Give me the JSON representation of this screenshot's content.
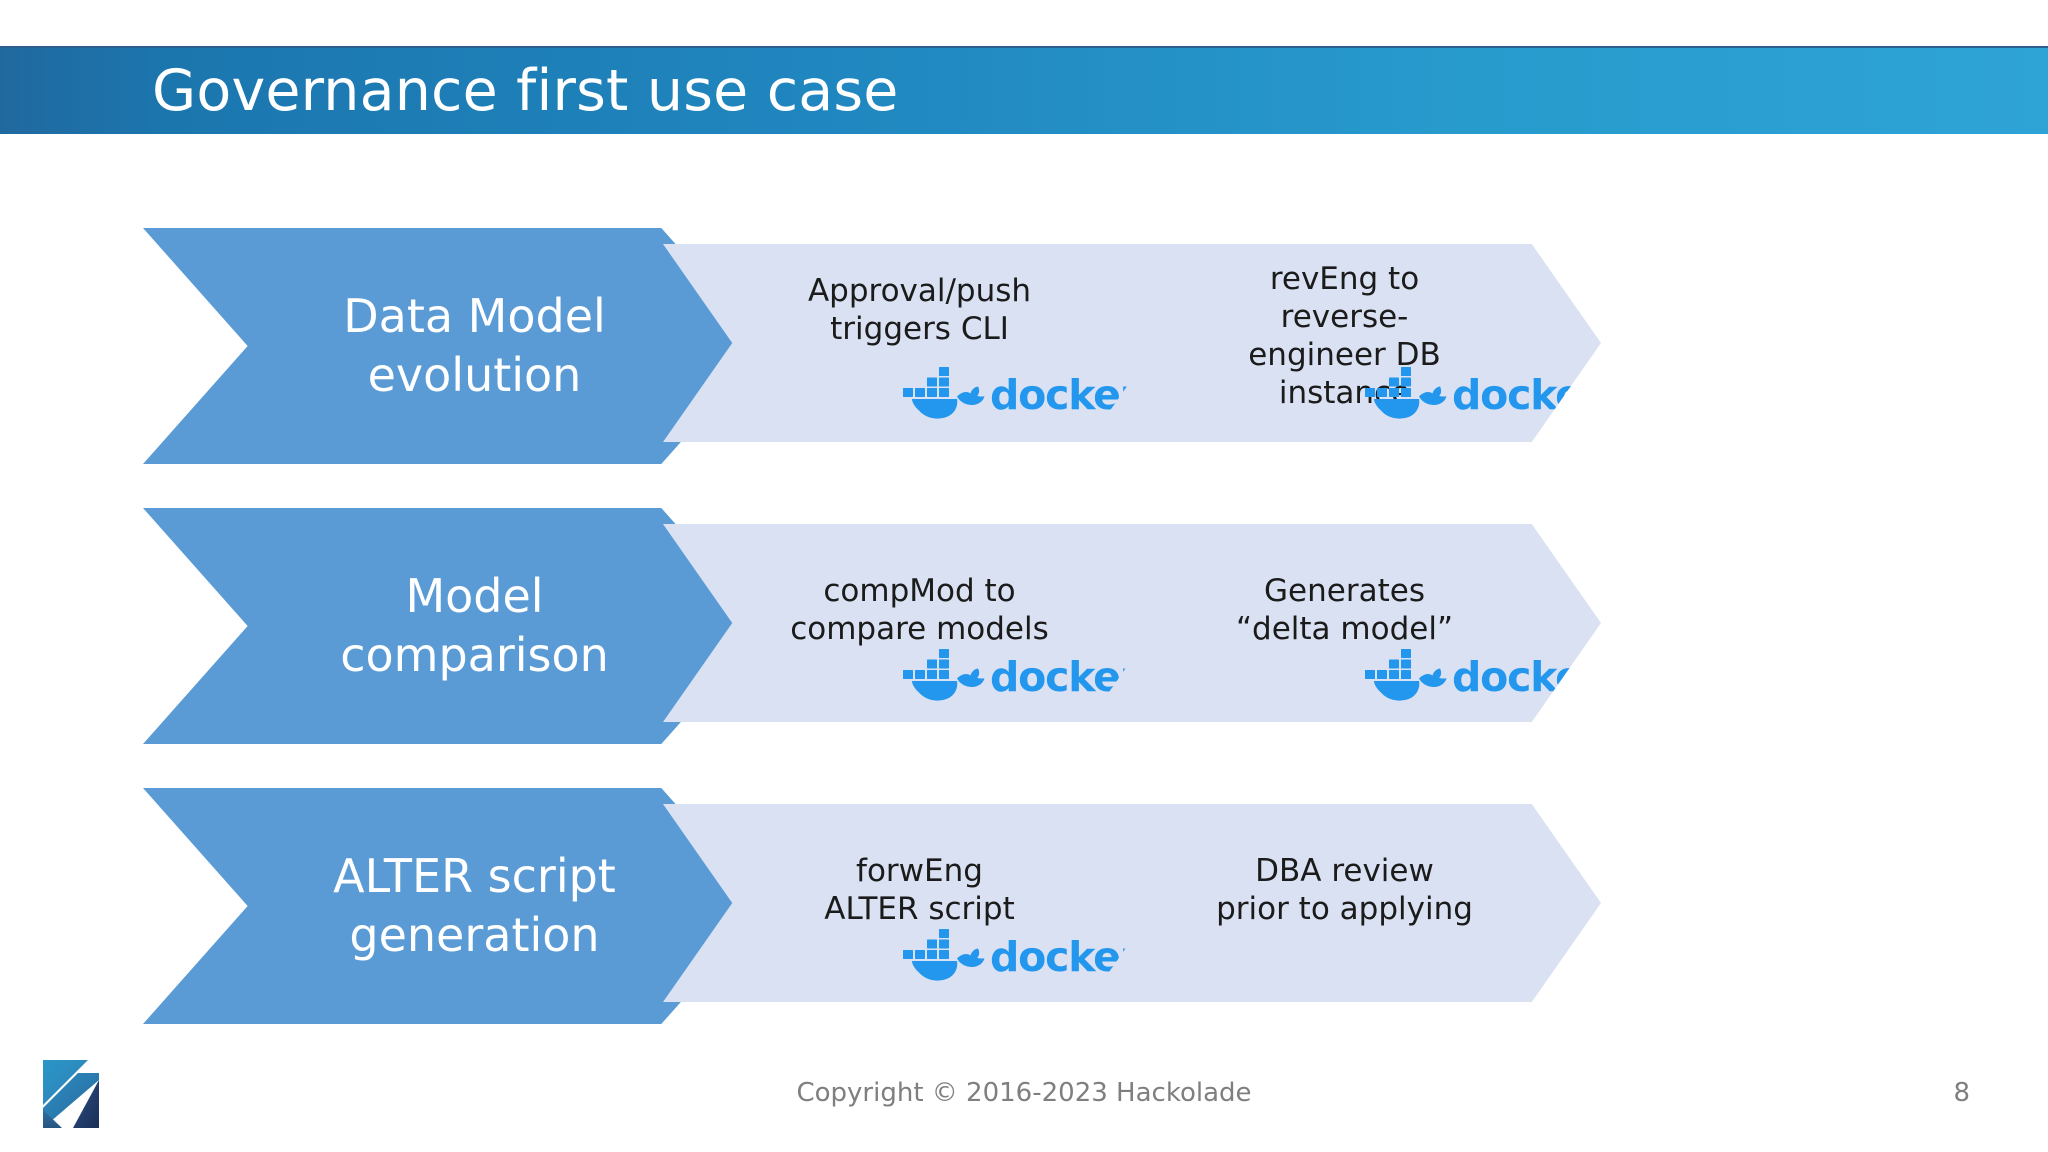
{
  "slide": {
    "title": "Governance first use case",
    "colors": {
      "title_bar_left": "#20699f",
      "title_bar_right": "#2ea3d6",
      "primary_chevron": "#5b9bd5",
      "secondary_chevron": "#d9e1f2",
      "docker_blue": "#2396ed",
      "footer_text": "#7f7f7f"
    }
  },
  "rows": [
    {
      "primary": "Data Model\nevolution",
      "steps": [
        {
          "text": "Approval/push\ntriggers CLI",
          "docker": true,
          "docker_label": "docker"
        },
        {
          "text": "revEng to\nreverse-\nengineer DB\ninstance",
          "docker": true,
          "docker_label": "docker"
        }
      ]
    },
    {
      "primary": "Model\ncomparison",
      "steps": [
        {
          "text": "compMod  to\ncompare models",
          "docker": true,
          "docker_label": "docker"
        },
        {
          "text": "Generates\n“delta model”",
          "docker": true,
          "docker_label": "docker"
        }
      ]
    },
    {
      "primary": "ALTER script\ngeneration",
      "steps": [
        {
          "text": "forwEng\nALTER script",
          "docker": true,
          "docker_label": "docker"
        },
        {
          "text": "DBA review\nprior to applying",
          "docker": false,
          "docker_label": ""
        }
      ]
    }
  ],
  "footer": {
    "copyright": "Copyright © 2016-2023 Hackolade",
    "page_number": "8",
    "logo_name": "hackolade-logo"
  }
}
